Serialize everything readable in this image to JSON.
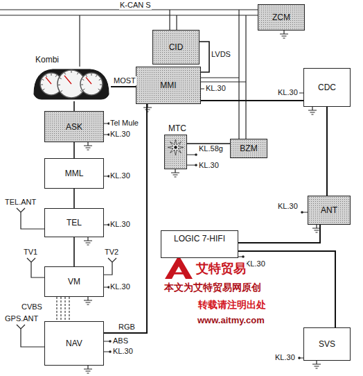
{
  "diagram": {
    "nodes": [
      {
        "text": [
          "ZCM"
        ]
      },
      {
        "text": [
          "CID"
        ]
      },
      {
        "text": [
          "Kombi"
        ]
      },
      {
        "text": [
          "MMI"
        ]
      },
      {
        "text": [
          "CDC"
        ]
      },
      {
        "text": [
          "MTC"
        ]
      },
      {
        "text": [
          "BZM"
        ]
      },
      {
        "text": [
          "ASK"
        ]
      },
      {
        "text": [
          "MML"
        ]
      },
      {
        "text": [
          "TEL"
        ]
      },
      {
        "text": [
          "ANT"
        ]
      },
      {
        "text": [
          "LOGIC 7-HIFI"
        ]
      },
      {
        "text": [
          "VM"
        ]
      },
      {
        "text": [
          "NAV"
        ]
      },
      {
        "text": [
          "SVS"
        ]
      }
    ],
    "edges": [
      {
        "from": 2,
        "to": 3,
        "label": "MOST",
        "arrow": "none"
      },
      {
        "from": 3,
        "to": 4,
        "arrow": "none"
      },
      {
        "from": 4,
        "to": 10,
        "arrow": "none"
      },
      {
        "from": 10,
        "to": 11,
        "arrow": "none"
      },
      {
        "from": 11,
        "to": 14,
        "arrow": "none"
      },
      {
        "from": 3,
        "to": 13,
        "label": "RGB",
        "arrow": "none"
      },
      {
        "from": 2,
        "to": 7,
        "arrow": "none"
      },
      {
        "from": 7,
        "to": 8,
        "arrow": "none"
      },
      {
        "from": 8,
        "to": 9,
        "arrow": "none"
      },
      {
        "from": 9,
        "to": 12,
        "arrow": "none"
      },
      {
        "from": 12,
        "to": 13,
        "label": "CVBS",
        "arrow": "none"
      },
      {
        "from": 1,
        "to": 3,
        "label": "LVDS",
        "arrow": "none"
      },
      {
        "from": 5,
        "to": 6,
        "arrow": "none"
      }
    ],
    "labels": [
      "K-CAN S",
      "Tel Mule",
      "KL.30",
      "KL.30",
      "TEL.ANT",
      "KL.30",
      "TV1",
      "TV2",
      "KL.30",
      "GPS.ANT",
      "ABS",
      "KL.30",
      "KL.30",
      "KL.30",
      "KL.58g",
      "KL.30",
      "KL.30",
      "KL.30",
      "KL.30",
      "艾特贸易",
      "本文为艾特贸易网原创",
      "转载请注明出处",
      "www.aitmy.com"
    ]
  }
}
